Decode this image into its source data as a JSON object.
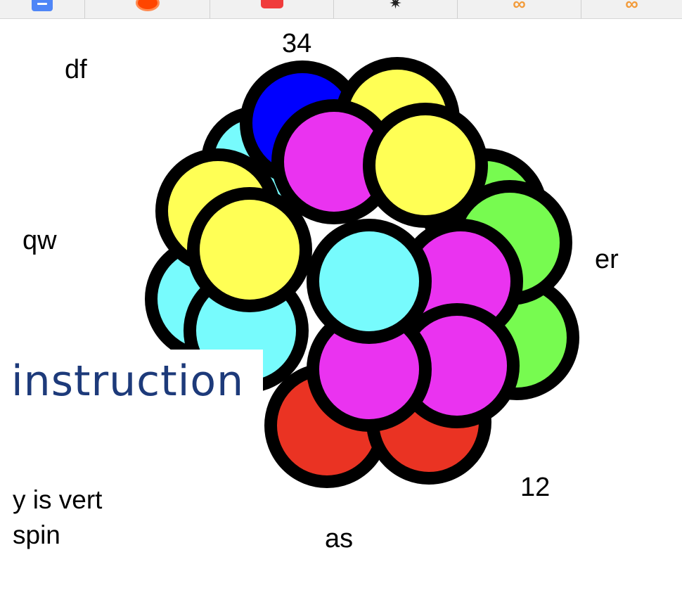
{
  "bookmarks": [
    {
      "icon": "docs-icon"
    },
    {
      "icon": "reddit-icon"
    },
    {
      "icon": "youtube-icon"
    },
    {
      "icon": "compass-star-icon"
    },
    {
      "icon": "infinity-icon"
    },
    {
      "icon": "infinity-icon"
    }
  ],
  "labels": {
    "top": "34",
    "top_left": "df",
    "left": "qw",
    "right": "er",
    "bottom_right": "12",
    "bottom": "as"
  },
  "instruction": {
    "title": "instruction",
    "line1": "y is vert",
    "line2": "spin"
  },
  "colors": {
    "blue": "#0000ff",
    "yellow": "#ffff55",
    "magenta": "#ea33f0",
    "cyan": "#77fbfd",
    "green": "#77fb50",
    "red": "#ea3323",
    "outline": "#000000",
    "instruction_text": "#1d3a7a"
  }
}
